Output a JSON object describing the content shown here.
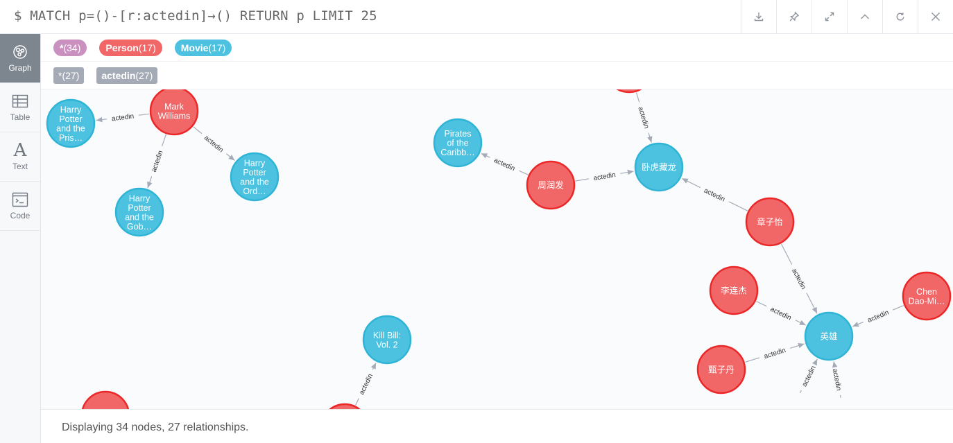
{
  "query": "$ MATCH p=()-[r:actedin]→() RETURN p LIMIT 25",
  "toolbar": {
    "buttons": [
      "download-icon",
      "pin-icon",
      "expand-icon",
      "collapse-up-icon",
      "rerun-icon",
      "close-icon"
    ]
  },
  "sidebar": {
    "items": [
      {
        "label": "Graph",
        "icon": "graph-icon",
        "active": true
      },
      {
        "label": "Table",
        "icon": "table-icon"
      },
      {
        "label": "Text",
        "icon": "text-icon"
      },
      {
        "label": "Code",
        "icon": "code-icon"
      }
    ]
  },
  "legend": {
    "labels": [
      {
        "name": "*",
        "count": "(34)",
        "color": "#c990c0"
      },
      {
        "name": "Person",
        "count": "(17)",
        "color": "#f16667"
      },
      {
        "name": "Movie",
        "count": "(17)",
        "color": "#4cc2e0"
      }
    ],
    "relationships": [
      {
        "name": "*",
        "count": "(27)"
      },
      {
        "name": "actedin",
        "count": "(27)"
      }
    ]
  },
  "colors": {
    "person_fill": "#f16667",
    "person_stroke": "#eb2728",
    "movie_fill": "#4cc2e0",
    "movie_stroke": "#2fb4d6",
    "edge": "#a5abb6"
  },
  "graph": {
    "nodes": [
      {
        "id": "mark",
        "type": "person",
        "label": [
          "Mark",
          "Williams"
        ]
      },
      {
        "id": "hp_pris",
        "type": "movie",
        "label": [
          "Harry",
          "Potter",
          "and the",
          "Pris…"
        ]
      },
      {
        "id": "hp_ord",
        "type": "movie",
        "label": [
          "Harry",
          "Potter",
          "and the",
          "Ord…"
        ]
      },
      {
        "id": "hp_gob",
        "type": "movie",
        "label": [
          "Harry",
          "Potter",
          "and the",
          "Gob…"
        ]
      },
      {
        "id": "pirates",
        "type": "movie",
        "label": [
          "Pirates",
          "of the",
          "Caribb…"
        ]
      },
      {
        "id": "zhou",
        "type": "person",
        "label": [
          "周润发"
        ]
      },
      {
        "id": "wohu",
        "type": "movie",
        "label": [
          "卧虎藏龙"
        ]
      },
      {
        "id": "zhang",
        "type": "person",
        "label": [
          "章子怡"
        ]
      },
      {
        "id": "li",
        "type": "person",
        "label": [
          "李连杰"
        ]
      },
      {
        "id": "chen",
        "type": "person",
        "label": [
          "Chen",
          "Dao-Mi…"
        ]
      },
      {
        "id": "yingxiong",
        "type": "movie",
        "label": [
          "英雄"
        ]
      },
      {
        "id": "zhen",
        "type": "person",
        "label": [
          "甄子丹"
        ]
      },
      {
        "id": "killbill",
        "type": "movie",
        "label": [
          "Kill Bill:",
          "Vol. 2"
        ]
      },
      {
        "id": "top_person",
        "type": "person",
        "label": []
      },
      {
        "id": "bottom_left_person",
        "type": "person",
        "label": []
      },
      {
        "id": "bottom_mid_person",
        "type": "person",
        "label": []
      }
    ],
    "edges": [
      {
        "from": "mark",
        "to": "hp_pris",
        "label": "actedin"
      },
      {
        "from": "mark",
        "to": "hp_ord",
        "label": "actedin"
      },
      {
        "from": "mark",
        "to": "hp_gob",
        "label": "actedin"
      },
      {
        "from": "zhou",
        "to": "pirates",
        "label": "actedin"
      },
      {
        "from": "zhou",
        "to": "wohu",
        "label": "actedin"
      },
      {
        "from": "top_person",
        "to": "wohu",
        "label": "actedin"
      },
      {
        "from": "zhang",
        "to": "wohu",
        "label": "actedin"
      },
      {
        "from": "zhang",
        "to": "yingxiong",
        "label": "actedin"
      },
      {
        "from": "li",
        "to": "yingxiong",
        "label": "actedin"
      },
      {
        "from": "chen",
        "to": "yingxiong",
        "label": "actedin"
      },
      {
        "from": "zhen",
        "to": "yingxiong",
        "label": "actedin"
      },
      {
        "from": "bottom_mid_person",
        "to": "killbill",
        "label": "actedin"
      },
      {
        "from": "offscreen_a",
        "to": "yingxiong",
        "label": "actedin"
      },
      {
        "from": "offscreen_b",
        "to": "yingxiong",
        "label": "actedin"
      }
    ]
  },
  "status": "Displaying 34 nodes, 27 relationships."
}
